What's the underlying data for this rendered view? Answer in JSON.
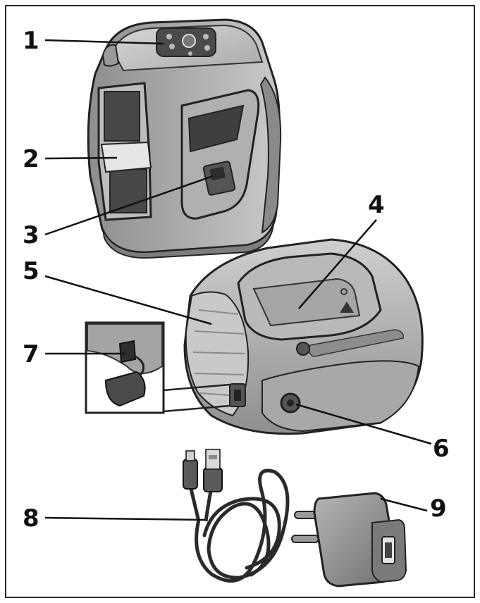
{
  "figure": {
    "callouts": [
      {
        "id": "1",
        "label": "1"
      },
      {
        "id": "2",
        "label": "2"
      },
      {
        "id": "3",
        "label": "3"
      },
      {
        "id": "4",
        "label": "4"
      },
      {
        "id": "5",
        "label": "5"
      },
      {
        "id": "6",
        "label": "6"
      },
      {
        "id": "7",
        "label": "7"
      },
      {
        "id": "8",
        "label": "8"
      },
      {
        "id": "9",
        "label": "9"
      }
    ]
  },
  "colors": {
    "frame": "#2a2a2a",
    "body_light": "#c4c4c4",
    "body_mid": "#a3a3a3",
    "body_dark": "#6b6b6b",
    "window_dark": "#3a3a3a",
    "outline": "#222222",
    "text": "#111111"
  }
}
